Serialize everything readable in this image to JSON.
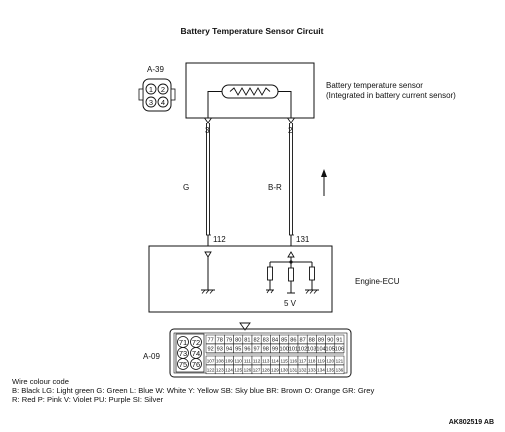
{
  "title": "Battery Temperature Sensor Circuit",
  "connector_a39": {
    "label": "A-39",
    "pins": [
      "1",
      "2",
      "3",
      "4"
    ]
  },
  "sensor": {
    "name_line1": "Battery temperature sensor",
    "name_line2": "(Integrated in battery current sensor)",
    "pin_left": "3",
    "pin_right": "2"
  },
  "wires": {
    "left_color": "G",
    "right_color": "B-R"
  },
  "ecu": {
    "name": "Engine-ECU",
    "terminal_left": "112",
    "terminal_right": "131",
    "voltage": "5 V"
  },
  "connector_a09": {
    "label": "A-09",
    "left_pins": [
      "71",
      "72",
      "73",
      "74",
      "75",
      "76"
    ],
    "row1": [
      "77",
      "78",
      "79",
      "80",
      "81",
      "82",
      "83",
      "84",
      "85",
      "86",
      "87",
      "88",
      "89",
      "90",
      "91"
    ],
    "row2": [
      "92",
      "93",
      "94",
      "95",
      "96",
      "97",
      "98",
      "99",
      "100",
      "101",
      "102",
      "103",
      "104",
      "105",
      "106"
    ],
    "row3": [
      "107",
      "108",
      "109",
      "110",
      "111",
      "112",
      "113",
      "114",
      "115",
      "116",
      "117",
      "118",
      "119",
      "120",
      "121"
    ],
    "row4": [
      "122",
      "123",
      "124",
      "125",
      "126",
      "127",
      "128",
      "129",
      "130",
      "131",
      "132",
      "133",
      "134",
      "135",
      "136"
    ]
  },
  "legend": {
    "heading": "Wire colour code",
    "line1": "B: Black  LG: Light green  G: Green  L: Blue  W: White  Y: Yellow  SB: Sky blue  BR: Brown  O: Orange  GR: Grey",
    "line2": "R: Red  P: Pink  V: Violet  PU: Purple SI: Silver"
  },
  "figure_id": "AK802519 AB"
}
